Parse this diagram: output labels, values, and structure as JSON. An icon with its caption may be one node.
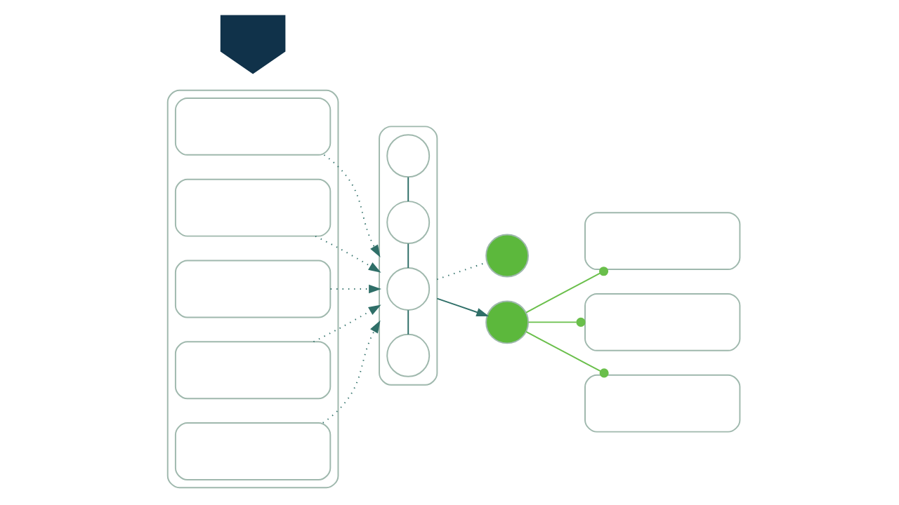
{
  "diagram": {
    "nodes": [
      {
        "text": [],
        "shape": "box"
      },
      {
        "text": [],
        "shape": "box",
        "in": 0
      },
      {
        "text": [],
        "shape": "box",
        "in": 0
      },
      {
        "text": [],
        "shape": "box",
        "in": 0
      },
      {
        "text": [],
        "shape": "box",
        "in": 0
      },
      {
        "text": [],
        "shape": "box",
        "in": 0
      },
      {
        "text": [],
        "shape": "box"
      },
      {
        "text": [],
        "shape": "shield"
      },
      {
        "text": [],
        "shape": "circle",
        "in": 6
      },
      {
        "text": [],
        "shape": "circle",
        "in": 6
      },
      {
        "text": [],
        "shape": "circle",
        "in": 6
      },
      {
        "text": [],
        "shape": "circle",
        "in": 6
      },
      {
        "text": [],
        "shape": "circle"
      },
      {
        "text": [],
        "shape": "circle"
      },
      {
        "text": [],
        "shape": "box"
      },
      {
        "text": [],
        "shape": "box"
      },
      {
        "text": [],
        "shape": "box"
      }
    ],
    "edges": [
      {
        "from": 1,
        "to": 6,
        "arrow": "to",
        "style": "dashed"
      },
      {
        "from": 2,
        "to": 6,
        "arrow": "to",
        "style": "dashed"
      },
      {
        "from": 3,
        "to": 6,
        "arrow": "to",
        "style": "dashed"
      },
      {
        "from": 4,
        "to": 6,
        "arrow": "to",
        "style": "dashed"
      },
      {
        "from": 5,
        "to": 6,
        "arrow": "to",
        "style": "dashed"
      },
      {
        "from": 8,
        "to": 9,
        "arrow": "none"
      },
      {
        "from": 9,
        "to": 10,
        "arrow": "none"
      },
      {
        "from": 10,
        "to": 11,
        "arrow": "none"
      },
      {
        "from": 6,
        "to": 12,
        "arrow": "none",
        "style": "dashed"
      },
      {
        "from": 6,
        "to": 13,
        "arrow": "to"
      },
      {
        "from": 13,
        "to": 14,
        "arrow": "other",
        "color": "#6abf4b"
      },
      {
        "from": 13,
        "to": 15,
        "arrow": "other",
        "color": "#6abf4b"
      },
      {
        "from": 13,
        "to": 16,
        "arrow": "other",
        "color": "#6abf4b"
      }
    ]
  }
}
